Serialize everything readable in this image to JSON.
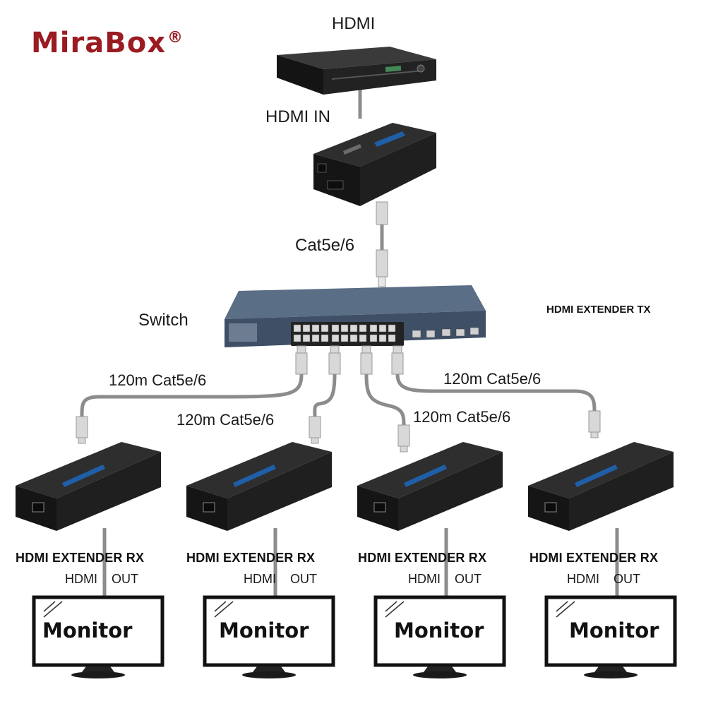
{
  "brand": {
    "name": "MiraBox",
    "reg_mark": "®"
  },
  "source": {
    "label": "HDMI"
  },
  "transmitter": {
    "input_label": "HDMI IN",
    "title": "HDMI EXTENDER TX"
  },
  "uplink": {
    "cable_label": "Cat5e/6"
  },
  "switch": {
    "label": "Switch"
  },
  "runs": [
    {
      "cable_label": "120m Cat5e/6"
    },
    {
      "cable_label": "120m Cat5e/6"
    },
    {
      "cable_label": "120m Cat5e/6"
    },
    {
      "cable_label": "120m Cat5e/6"
    }
  ],
  "receivers": [
    {
      "title": "HDMI EXTENDER RX",
      "out_left": "HDMI",
      "out_right": "OUT",
      "monitor": "Monitor"
    },
    {
      "title": "HDMI EXTENDER RX",
      "out_left": "HDMI",
      "out_right": "OUT",
      "monitor": "Monitor"
    },
    {
      "title": "HDMI EXTENDER RX",
      "out_left": "HDMI",
      "out_right": "OUT",
      "monitor": "Monitor"
    },
    {
      "title": "HDMI EXTENDER RX",
      "out_left": "HDMI",
      "out_right": "OUT",
      "monitor": "Monitor"
    }
  ],
  "colors": {
    "brand": "#9b1b22",
    "device": "#1c1c1c",
    "cable": "#8c8c8c",
    "accent_blue": "#1f5fa8"
  }
}
